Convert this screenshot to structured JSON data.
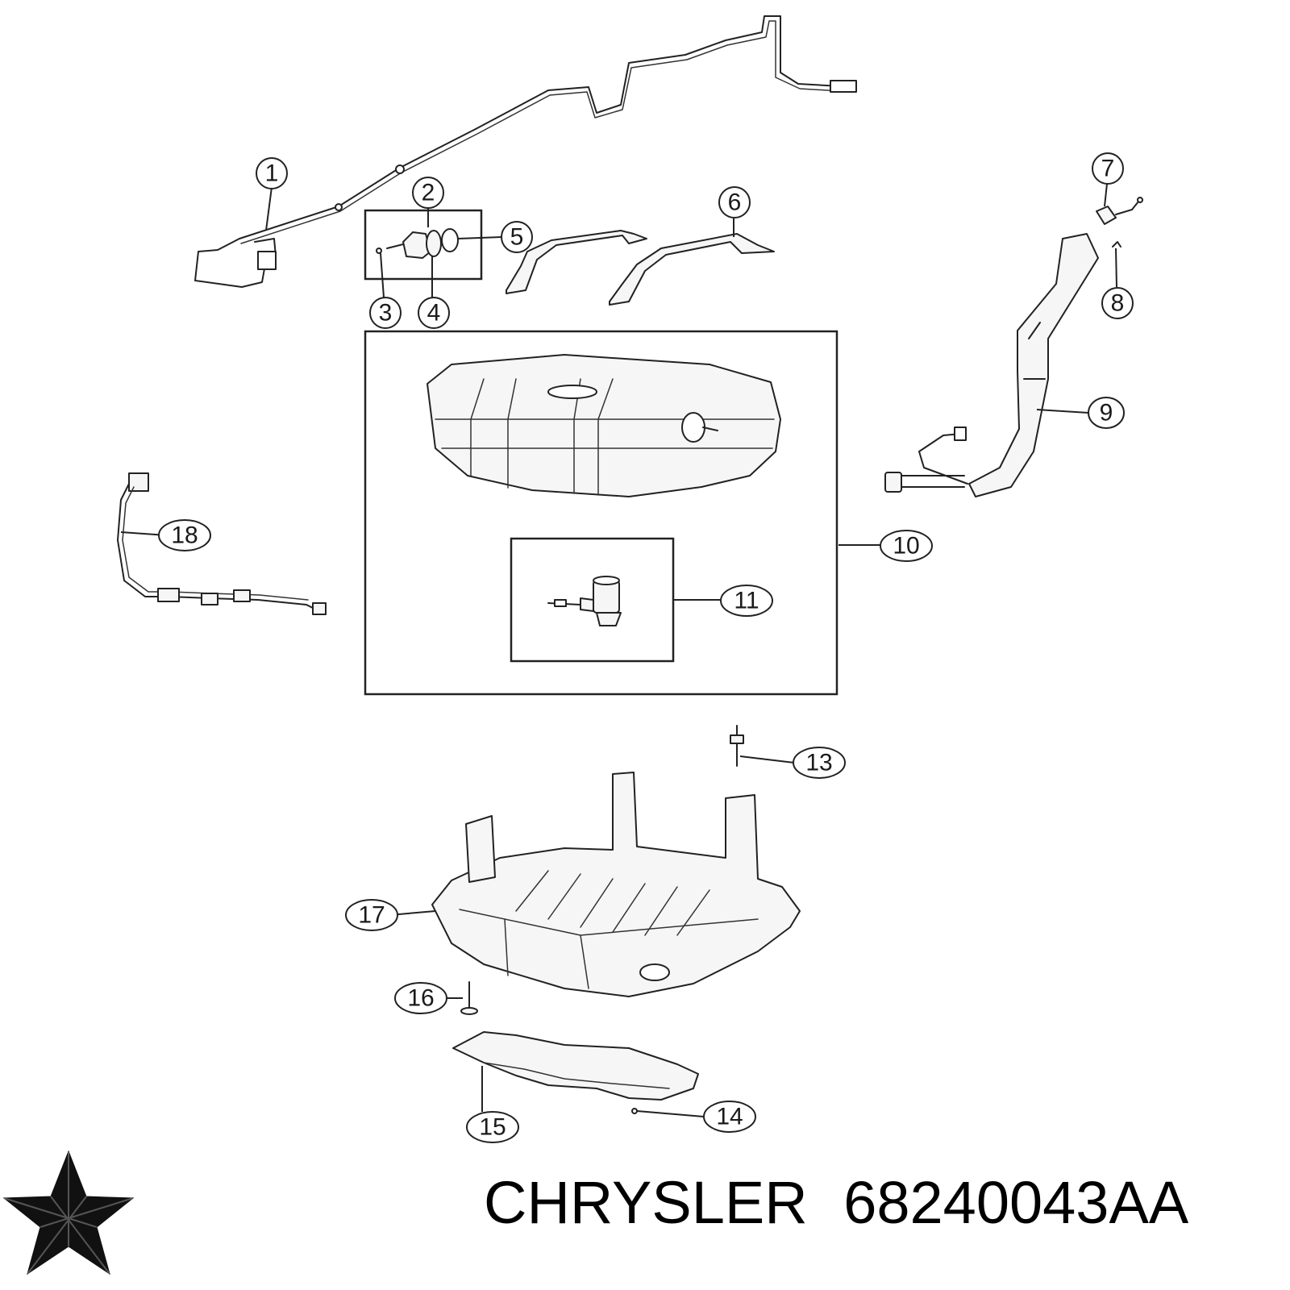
{
  "footer": {
    "brand": "CHRYSLER",
    "part_number": "68240043AA"
  },
  "logo": {
    "icon": "chrysler-pentastar-icon"
  },
  "callouts": [
    "1",
    "2",
    "3",
    "4",
    "5",
    "6",
    "7",
    "8",
    "9",
    "10",
    "11",
    "13",
    "14",
    "15",
    "16",
    "17",
    "18"
  ]
}
